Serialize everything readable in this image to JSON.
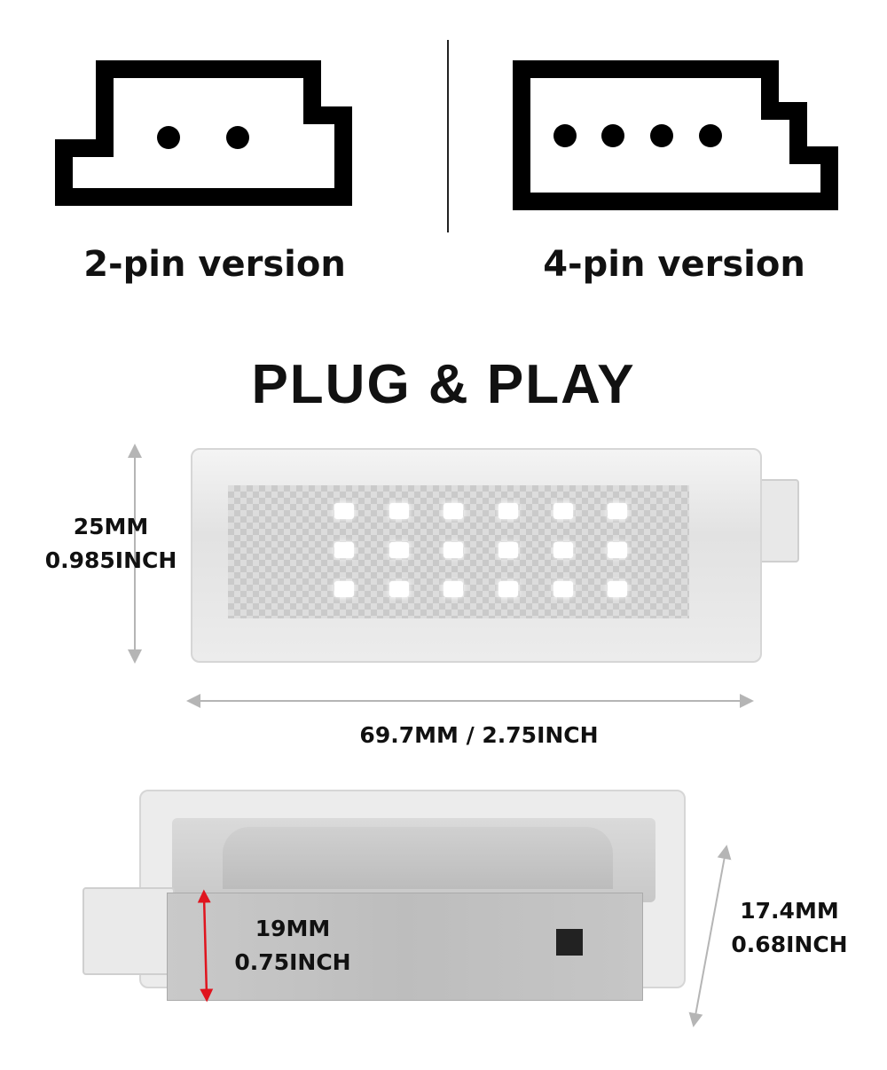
{
  "connectors": [
    {
      "label": "2-pin version",
      "pins": 2
    },
    {
      "label": "4-pin version",
      "pins": 4
    }
  ],
  "headline": "PLUG & PLAY",
  "dimensions": {
    "height_mm": "25MM",
    "height_inch": "0.985INCH",
    "length": "69.7MM / 2.75INCH",
    "bracket_mm": "19MM",
    "bracket_inch": "0.75INCH",
    "depth_mm": "17.4MM",
    "depth_inch": "0.68INCH"
  },
  "colors": {
    "arrow_gray": "#b5b5b5",
    "arrow_red": "#e0141e"
  }
}
